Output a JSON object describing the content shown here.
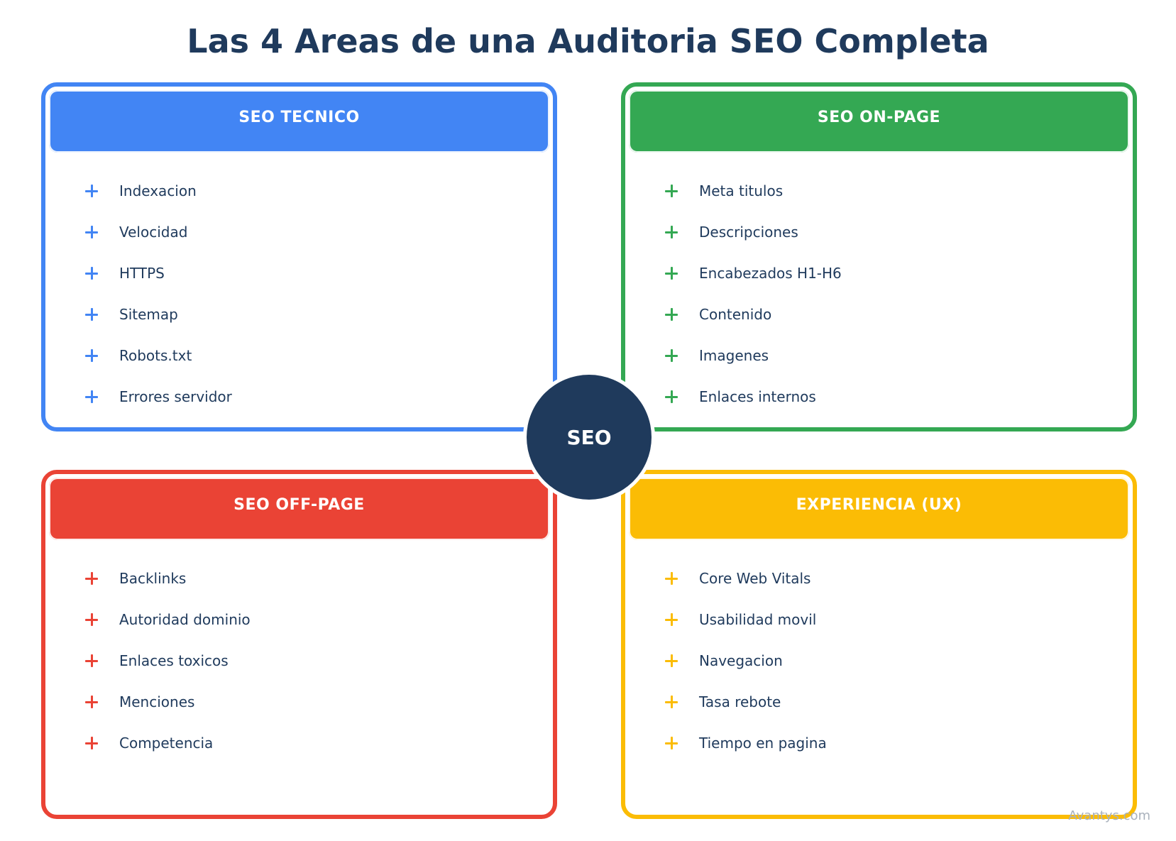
{
  "title": "Las 4 Areas de una Auditoria SEO Completa",
  "center": {
    "label": "SEO",
    "color": "#1f3a5c"
  },
  "watermark": "Avantys.com",
  "cards": [
    {
      "title": "SEO TECNICO",
      "color": "#4285f4",
      "items": [
        "Indexacion",
        "Velocidad",
        "HTTPS",
        "Sitemap",
        "Robots.txt",
        "Errores servidor"
      ]
    },
    {
      "title": "SEO ON-PAGE",
      "color": "#34a853",
      "items": [
        "Meta titulos",
        "Descripciones",
        "Encabezados H1-H6",
        "Contenido",
        "Imagenes",
        "Enlaces internos"
      ]
    },
    {
      "title": "SEO OFF-PAGE",
      "color": "#ea4335",
      "items": [
        "Backlinks",
        "Autoridad dominio",
        "Enlaces toxicos",
        "Menciones",
        "Competencia"
      ]
    },
    {
      "title": "EXPERIENCIA (UX)",
      "color": "#fbbc05",
      "items": [
        "Core Web Vitals",
        "Usabilidad movil",
        "Navegacion",
        "Tasa rebote",
        "Tiempo en pagina"
      ]
    }
  ]
}
